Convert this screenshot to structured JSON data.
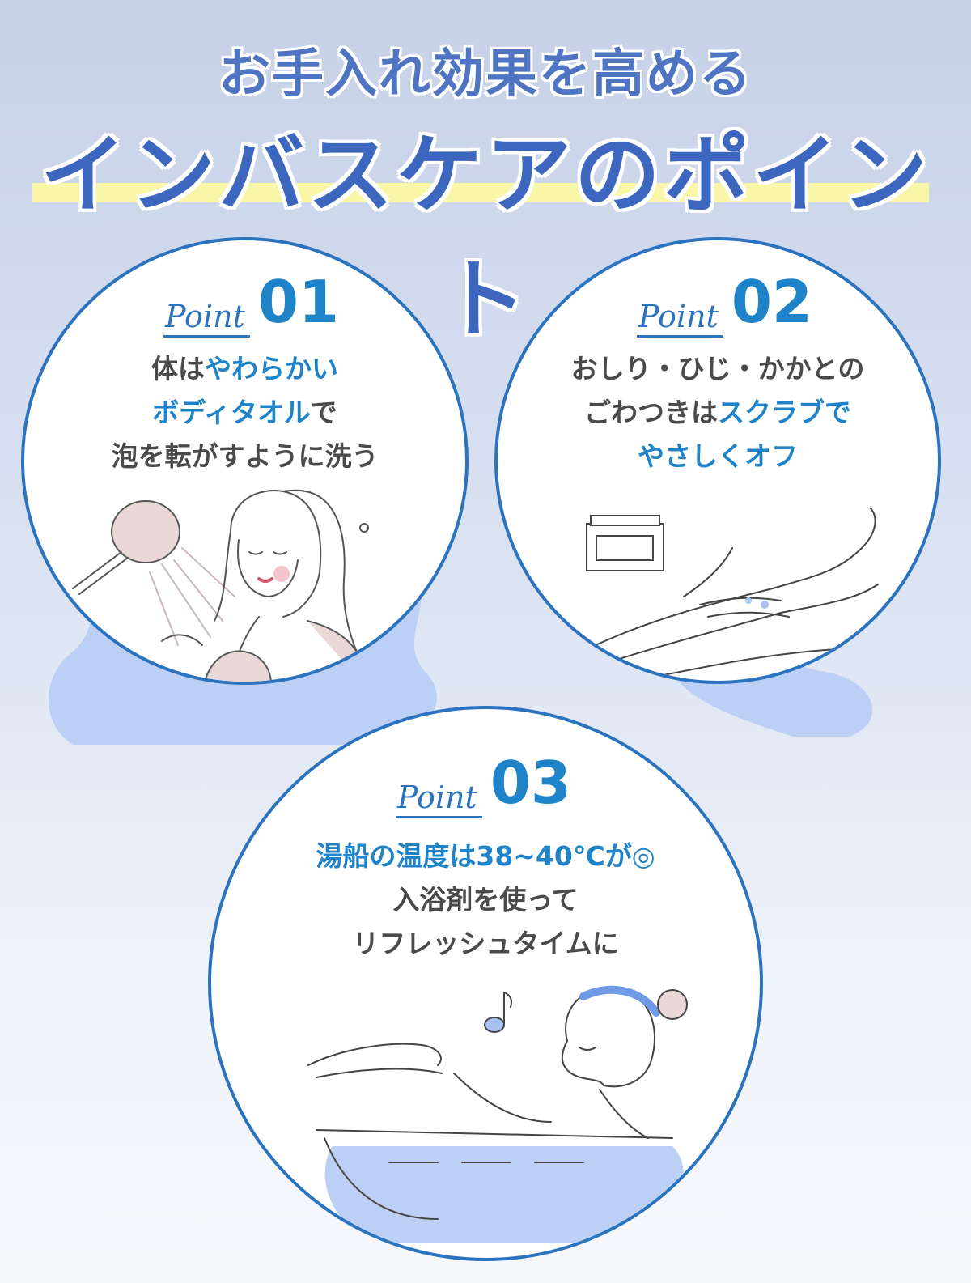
{
  "title": {
    "line1": "お手入れ効果を高める",
    "line2": "インバスケアのポイント"
  },
  "points": [
    {
      "label": "Point",
      "number": "01",
      "lines": [
        [
          {
            "t": "体は",
            "hl": false
          },
          {
            "t": "やわらかい",
            "hl": true
          }
        ],
        [
          {
            "t": "ボディタオル",
            "hl": true
          },
          {
            "t": "で",
            "hl": false
          }
        ],
        [
          {
            "t": "泡を転がすように洗う",
            "hl": false
          }
        ]
      ]
    },
    {
      "label": "Point",
      "number": "02",
      "lines": [
        [
          {
            "t": "おしり・ひじ・かかとの",
            "hl": false
          }
        ],
        [
          {
            "t": "ごわつきは",
            "hl": false
          },
          {
            "t": "スクラブで",
            "hl": true
          }
        ],
        [
          {
            "t": "やさしくオフ",
            "hl": true
          }
        ]
      ]
    },
    {
      "label": "Point",
      "number": "03",
      "lines": [
        [
          {
            "t": "湯船の温度は38~40℃が◎",
            "hl": true
          }
        ],
        [
          {
            "t": "入浴剤を使って",
            "hl": false
          }
        ],
        [
          {
            "t": "リフレッシュタイムに",
            "hl": false
          }
        ]
      ]
    }
  ],
  "colors": {
    "accent_blue": "#1e83c9",
    "circle_border": "#2b73bf",
    "title_blue": "#3d66be",
    "highlight_yellow": "#f9f6a8",
    "blob_blue": "#bcd0f5",
    "text_gray": "#4a4a4a"
  },
  "icons": [
    "shower-head-icon",
    "woman-showering-illustration",
    "scrub-jar-icon",
    "legs-scrub-illustration",
    "music-note-icon",
    "woman-bathing-illustration"
  ]
}
